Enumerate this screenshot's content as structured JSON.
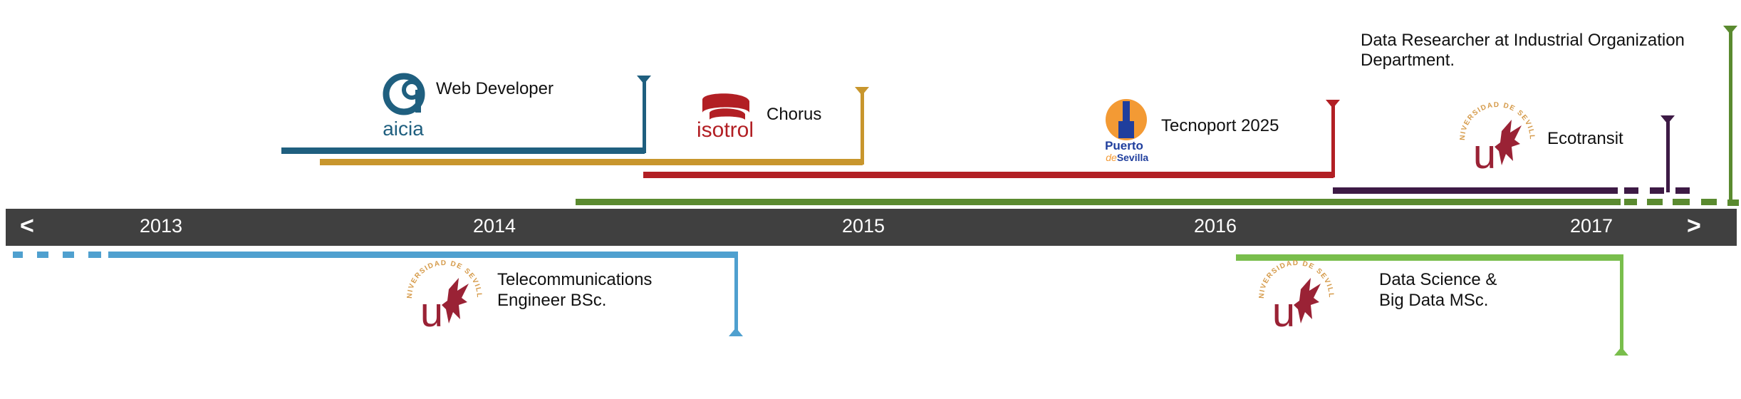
{
  "colors": {
    "axis_bar": "#404040",
    "axis_text": "#ffffff",
    "label_text": "#111111",
    "aicia": "#1f5f7f",
    "isotrol": "#c8962d",
    "puerto": "#b21f24",
    "university": "#9a2235",
    "university_accent": "#d59a49",
    "green_dark": "#5a8a2f",
    "ecotransit": "#3d1a45",
    "telecom": "#4fa0cf",
    "datascience": "#79be4c",
    "puerto_orange": "#f39a34",
    "puerto_blue": "#1f3e9d"
  },
  "navigation": {
    "prev_label": "<",
    "next_label": ">"
  },
  "years": [
    "2013",
    "2014",
    "2015",
    "2016",
    "2017"
  ],
  "events_top": [
    {
      "id": "web-developer",
      "label": "Web Developer",
      "icon": "aicia-logo",
      "logo_text": "aicia"
    },
    {
      "id": "chorus",
      "label": "Chorus",
      "icon": "isotrol-logo",
      "logo_text": "isotrol"
    },
    {
      "id": "tecnoport",
      "label": "Tecnoport 2025",
      "icon": "puerto-de-sevilla-logo",
      "logo_text": [
        "Puerto",
        "de",
        "Sevilla"
      ]
    },
    {
      "id": "ecotransit",
      "label": "Ecotransit",
      "icon": "universidad-de-sevilla-logo",
      "logo_text": [
        "UNIVERSIDAD DE SEVILLA",
        "u"
      ]
    },
    {
      "id": "data-researcher",
      "label": [
        "Data Researcher at Industrial Organization",
        "Department."
      ]
    }
  ],
  "events_bottom": [
    {
      "id": "telecom-bsc",
      "label": [
        "Telecommunications",
        "Engineer BSc."
      ],
      "icon": "universidad-de-sevilla-logo",
      "logo_text": [
        "UNIVERSIDAD DE SEVILLA",
        "u"
      ]
    },
    {
      "id": "data-science-msc",
      "label": [
        "Data Science &",
        "Big Data MSc."
      ],
      "icon": "universidad-de-sevilla-logo",
      "logo_text": [
        "UNIVERSIDAD DE SEVILLA",
        "u"
      ]
    }
  ]
}
